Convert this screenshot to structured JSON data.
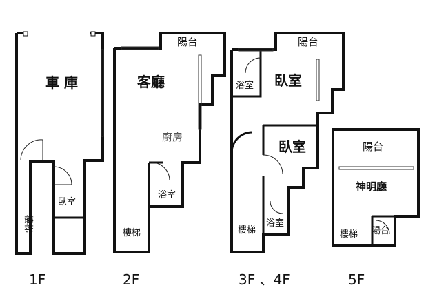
{
  "floors": [
    {
      "id": "1F",
      "label": "1F",
      "rooms": {
        "garage": "車 庫",
        "bedroom": "臥室",
        "stairs": "樓梯"
      }
    },
    {
      "id": "2F",
      "label": "2F",
      "rooms": {
        "balcony": "陽台",
        "living": "客廳",
        "kitchen": "廚房",
        "bath": "浴室",
        "stairs": "樓梯"
      }
    },
    {
      "id": "3F-4F",
      "label": "3F 、4F",
      "rooms": {
        "balcony": "陽台",
        "bath_top": "浴室",
        "bedroom_top": "臥室",
        "bedroom_mid": "臥室",
        "bath_bottom": "浴室",
        "stairs": "樓梯"
      }
    },
    {
      "id": "5F",
      "label": "5F",
      "rooms": {
        "balcony_top": "陽台",
        "shrine": "神明廳",
        "stairs": "樓梯",
        "balcony_bottom": "陽台"
      }
    }
  ]
}
